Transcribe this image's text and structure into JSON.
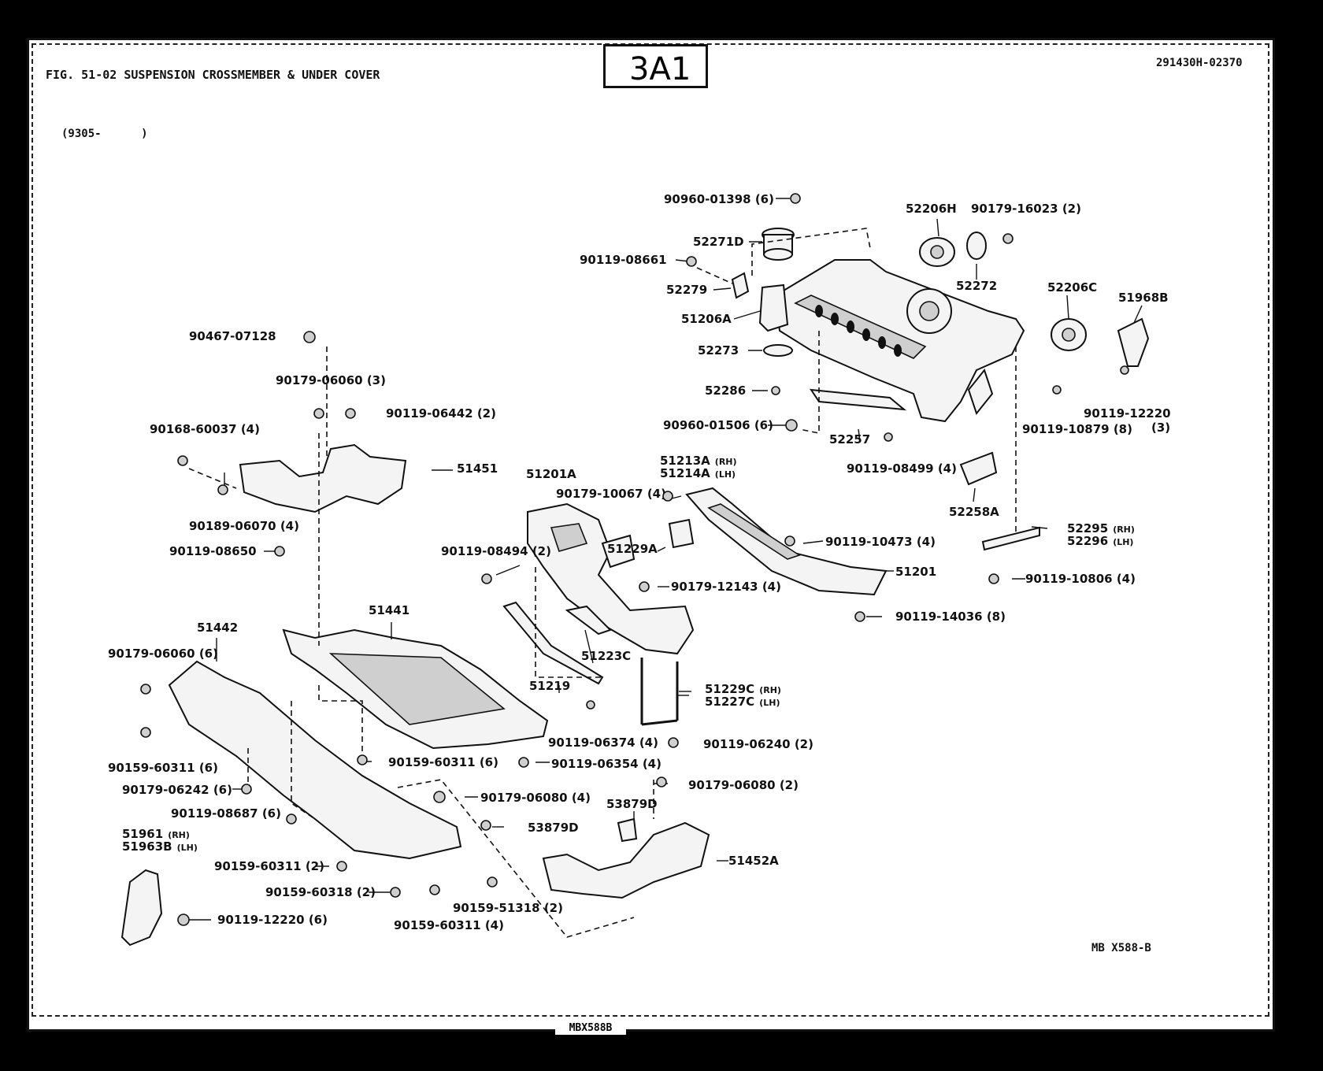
{
  "header": {
    "figure_title": "FIG. 51-02 SUSPENSION CROSSMEMBER & UNDER COVER",
    "badge": "3A1",
    "catalog_number": "291430H-02370",
    "date_range": "(9305-      )",
    "diagram_code": "MB  X588-B",
    "footer_code": "MBX588B"
  },
  "labels": {
    "l01": "90960-01398 (6)",
    "l02": "52206H",
    "l03": "90179-16023 (2)",
    "l04": "52271D",
    "l05": "90119-08661",
    "l06": "52272",
    "l07": "52279",
    "l08": "52206C",
    "l09": "51968B",
    "l10": "51206A",
    "l11": "52273",
    "l12": "52286",
    "l13": "90119-12220",
    "l14": "(3)",
    "l15": "90119-10879 (8)",
    "l16": "90960-01506 (6)",
    "l17": "52257",
    "l18": "90119-08499 (4)",
    "l19": "90467-07128",
    "l20": "90179-06060 (3)",
    "l21": "90119-06442 (2)",
    "l22": "90168-60037 (4)",
    "l23": "51451",
    "l24": "51201A",
    "l25": "51213A",
    "l25s": "(RH)",
    "l26": "51214A",
    "l26s": "(LH)",
    "l27": "90179-10067 (4)",
    "l28": "52258A",
    "l29": "90189-06070 (4)",
    "l30": "90119-08650",
    "l31": "90119-08494 (2)",
    "l32": "51229A",
    "l33": "90119-10473 (4)",
    "l34": "52295",
    "l34s": "(RH)",
    "l35": "52296",
    "l35s": "(LH)",
    "l36": "90119-10806 (4)",
    "l37": "51201",
    "l38": "90179-12143 (4)",
    "l39": "90119-14036 (8)",
    "l40": "51441",
    "l41": "51442",
    "l42": "90179-06060 (6)",
    "l43": "51223C",
    "l44": "51219",
    "l45": "51229C",
    "l45s": "(RH)",
    "l46": "51227C",
    "l46s": "(LH)",
    "l47": "90119-06374 (4)",
    "l48": "90119-06240 (2)",
    "l49": "90159-60311 (6)",
    "l50": "90159-60311 (6)",
    "l51": "90119-06354 (4)",
    "l52": "90179-06242 (6)",
    "l53": "90179-06080 (2)",
    "l54": "90179-06080 (4)",
    "l55": "90119-08687 (6)",
    "l56": "53879D",
    "l57": "53879D",
    "l58": "51961",
    "l58s": "(RH)",
    "l59": "51963B",
    "l59s": "(LH)",
    "l60": "90159-60311 (2)",
    "l61": "51452A",
    "l62": "90159-60318 (2)",
    "l63": "90159-51318 (2)",
    "l64": "90119-12220 (6)",
    "l65": "90159-60311 (4)"
  }
}
